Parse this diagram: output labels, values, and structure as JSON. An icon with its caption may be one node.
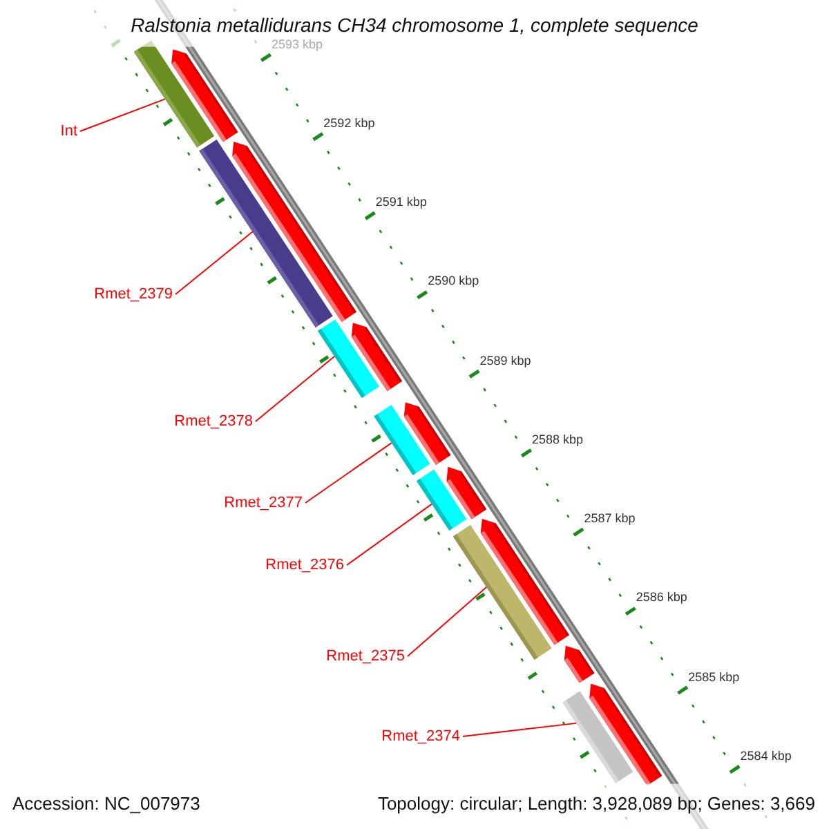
{
  "diagram": {
    "title": "Ralstonia metallidurans CH34 chromosome 1, complete sequence",
    "nodes": [
      {
        "text": [
          "Int"
        ]
      },
      {
        "text": [
          "Rmet_2379"
        ]
      },
      {
        "text": [
          "Rmet_2378"
        ]
      },
      {
        "text": [
          "Rmet_2377"
        ]
      },
      {
        "text": [
          "Rmet_2376"
        ]
      },
      {
        "text": [
          "Rmet_2375"
        ]
      },
      {
        "text": [
          "Rmet_2374"
        ]
      },
      {
        "text": [],
        "shape": "bar"
      },
      {
        "text": [],
        "shape": "bar"
      },
      {
        "text": [],
        "shape": "bar"
      },
      {
        "text": [],
        "shape": "bar"
      },
      {
        "text": [],
        "shape": "bar"
      },
      {
        "text": [],
        "shape": "bar"
      },
      {
        "text": [],
        "shape": "bar"
      },
      {
        "text": [],
        "shape": "bar"
      },
      {
        "text": [],
        "shape": "bar"
      },
      {
        "text": [],
        "shape": "bar"
      },
      {
        "text": [],
        "shape": "bar"
      },
      {
        "text": [],
        "shape": "bar"
      },
      {
        "text": [],
        "shape": "bar"
      },
      {
        "text": [],
        "shape": "bar"
      },
      {
        "text": [],
        "shape": "bar"
      }
    ],
    "edges": [
      {
        "from": 0,
        "to": 7,
        "arrow": "none"
      },
      {
        "from": 1,
        "to": 8,
        "arrow": "none"
      },
      {
        "from": 2,
        "to": 9,
        "arrow": "none"
      },
      {
        "from": 3,
        "to": 10,
        "arrow": "none"
      },
      {
        "from": 4,
        "to": 11,
        "arrow": "none"
      },
      {
        "from": 5,
        "to": 12,
        "arrow": "none"
      },
      {
        "from": 6,
        "to": 13,
        "arrow": "none"
      }
    ],
    "labels": [
      "2593 kbp",
      "2592 kbp",
      "2591 kbp",
      "2590 kbp",
      "2589 kbp",
      "2588 kbp",
      "2587 kbp",
      "2586 kbp",
      "2585 kbp",
      "2584 kbp",
      "Accession: NC_007973",
      "Topology: circular; Length: 3,928,089 bp; Genes: 3,669"
    ]
  }
}
